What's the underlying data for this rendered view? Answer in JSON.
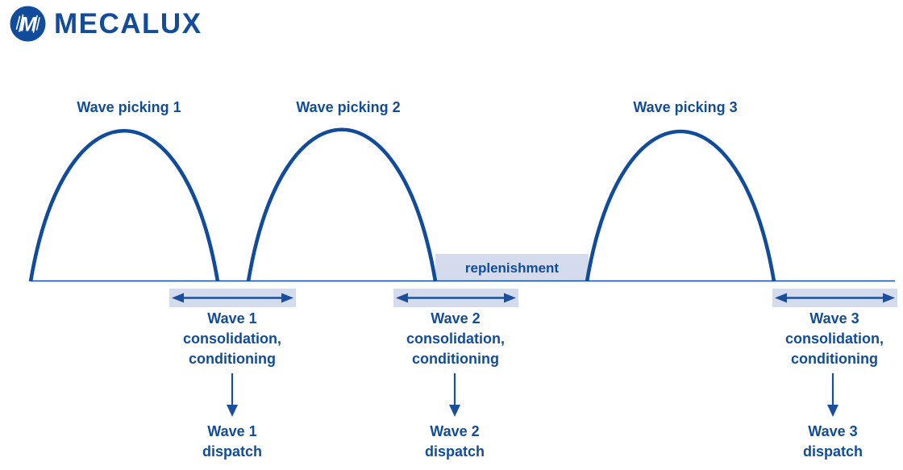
{
  "brand": {
    "name": "MECALUX",
    "emblem_icon": "mecalux-m-circle-logo"
  },
  "colors": {
    "brand_blue": "#114c9c",
    "band_fill": "#d3dbec",
    "text_blue": "#114c9c",
    "background": "#ffffff"
  },
  "diagram": {
    "title_implicit": "Wave picking timeline",
    "replenishment_label": "replenishment",
    "waves": [
      {
        "picking_label": "Wave picking 1",
        "consolidation_lines": [
          "Wave 1",
          "consolidation,",
          "conditioning"
        ],
        "dispatch_lines": [
          "Wave 1",
          "dispatch"
        ]
      },
      {
        "picking_label": "Wave picking 2",
        "consolidation_lines": [
          "Wave 2",
          "consolidation,",
          "conditioning"
        ],
        "dispatch_lines": [
          "Wave 2",
          "dispatch"
        ]
      },
      {
        "picking_label": "Wave picking 3",
        "consolidation_lines": [
          "Wave 3",
          "consolidation,",
          "conditioning"
        ],
        "dispatch_lines": [
          "Wave 3",
          "dispatch"
        ]
      }
    ]
  }
}
